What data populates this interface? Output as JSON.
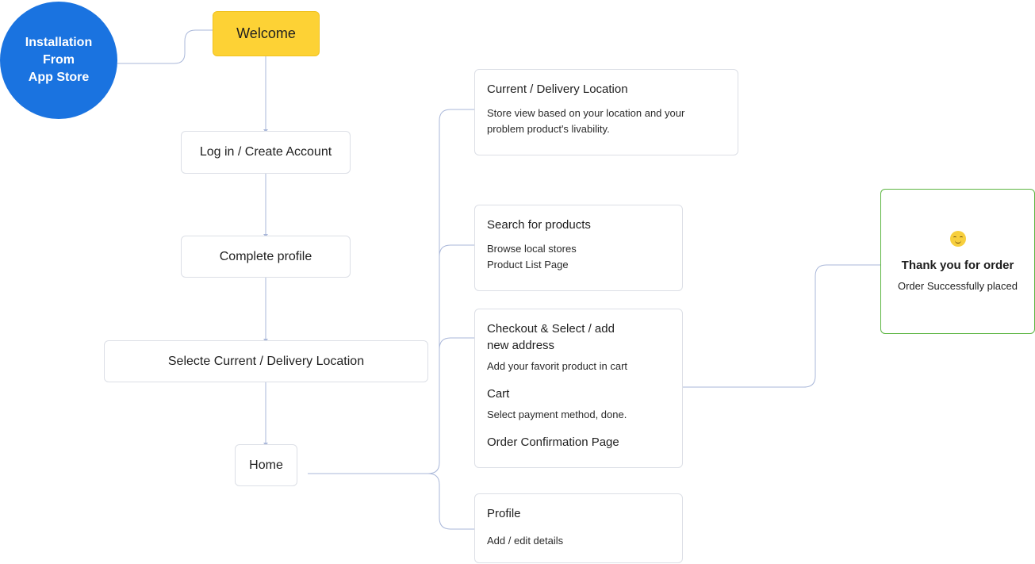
{
  "start": {
    "label_lines": [
      "Installation",
      "From",
      "App Store"
    ]
  },
  "flow": {
    "welcome": "Welcome",
    "login": "Log in / Create Account",
    "profile": "Complete profile",
    "location": "Selecte Current / Delivery Location",
    "home": "Home"
  },
  "branches": {
    "current_location": {
      "title": "Current / Delivery Location",
      "desc_lines": [
        "Store view based on your location and your",
        "problem  product's livability."
      ]
    },
    "search": {
      "title": "Search for products",
      "desc_lines": [
        "Browse local stores",
        "Product List Page"
      ]
    },
    "checkout": {
      "title_lines": [
        "Checkout & Select / add",
        "new address"
      ],
      "desc": "Add your favorit product in cart",
      "cart_title": "Cart",
      "cart_desc": "Select payment method, done.",
      "confirm_title": "Order Confirmation Page"
    },
    "profile": {
      "title": "Profile",
      "desc": "Add / edit details"
    }
  },
  "end": {
    "icon": "smiley-icon",
    "title": "Thank you for order",
    "desc": "Order Successfully placed"
  },
  "colors": {
    "circle": "#1a73e0",
    "welcome": "#fdd235",
    "connector": "#a9b7d9",
    "end_border": "#5cb542"
  }
}
